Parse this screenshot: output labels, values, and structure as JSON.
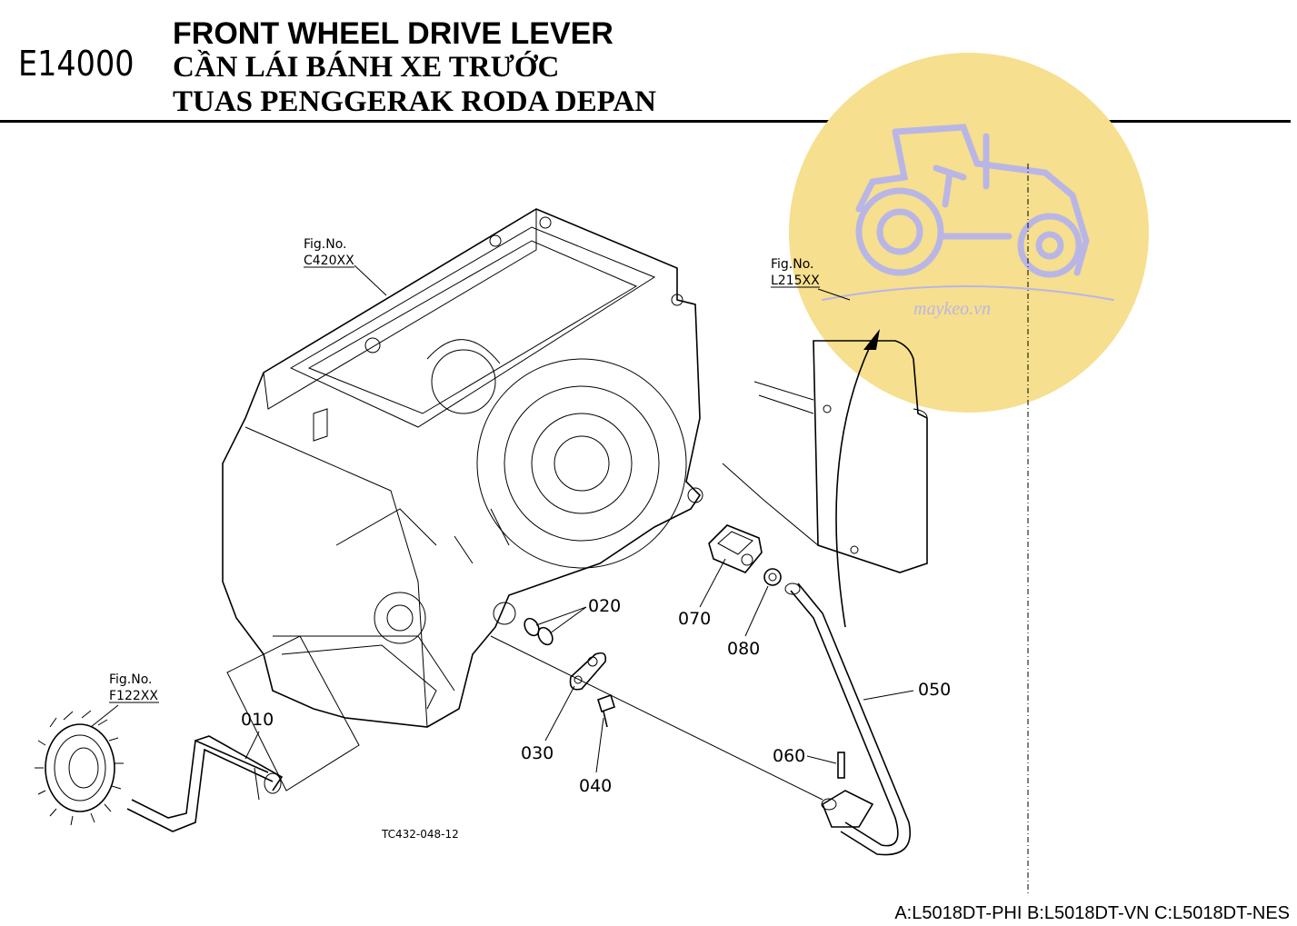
{
  "header": {
    "code": "E14000",
    "title_en": "FRONT WHEEL DRIVE LEVER",
    "title_vi": "CẦN LÁI BÁNH XE TRƯỚC",
    "title_id": "TUAS PENGGERAK RODA DEPAN"
  },
  "figure_refs": [
    {
      "line1": "Fig.No.",
      "line2": "C420XX"
    },
    {
      "line1": "Fig.No.",
      "line2": "L215XX"
    },
    {
      "line1": "Fig.No.",
      "line2": "F122XX"
    }
  ],
  "parts": [
    "010",
    "020",
    "030",
    "040",
    "050",
    "060",
    "070",
    "080"
  ],
  "drawing_code": "TC432-048-12",
  "watermark": {
    "text": "maykeo.vn",
    "color": "#f6df8e",
    "logo_color": "#b9b6e6"
  },
  "footer": "A:L5018DT-PHI B:L5018DT-VN C:L5018DT-NES"
}
